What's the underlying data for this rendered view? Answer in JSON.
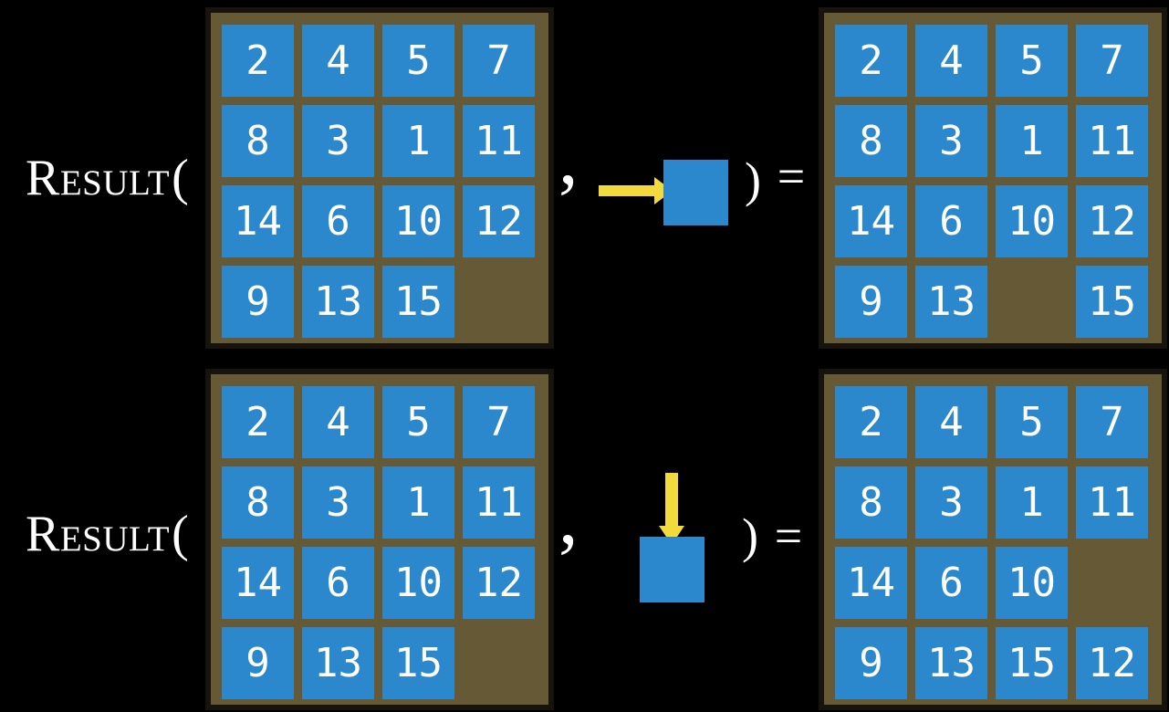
{
  "colors": {
    "background": "#000000",
    "board_bg": "#655936",
    "board_border": "#17140e",
    "tile": "#2b88cc",
    "tile_text": "#ffffff",
    "arrow": "#f2d93c",
    "text": "#ffffff"
  },
  "rows": [
    {
      "function_name": "Result",
      "open_paren": "(",
      "comma": ",",
      "close_paren": ")",
      "equals": "=",
      "action": {
        "direction": "right"
      },
      "input_grid": [
        [
          "2",
          "4",
          "5",
          "7"
        ],
        [
          "8",
          "3",
          "1",
          "11"
        ],
        [
          "14",
          "6",
          "10",
          "12"
        ],
        [
          "9",
          "13",
          "15",
          ""
        ]
      ],
      "result_grid": [
        [
          "2",
          "4",
          "5",
          "7"
        ],
        [
          "8",
          "3",
          "1",
          "11"
        ],
        [
          "14",
          "6",
          "10",
          "12"
        ],
        [
          "9",
          "13",
          "",
          "15"
        ]
      ]
    },
    {
      "function_name": "Result",
      "open_paren": "(",
      "comma": ",",
      "close_paren": ")",
      "equals": "=",
      "action": {
        "direction": "down"
      },
      "input_grid": [
        [
          "2",
          "4",
          "5",
          "7"
        ],
        [
          "8",
          "3",
          "1",
          "11"
        ],
        [
          "14",
          "6",
          "10",
          "12"
        ],
        [
          "9",
          "13",
          "15",
          ""
        ]
      ],
      "result_grid": [
        [
          "2",
          "4",
          "5",
          "7"
        ],
        [
          "8",
          "3",
          "1",
          "11"
        ],
        [
          "14",
          "6",
          "10",
          ""
        ],
        [
          "9",
          "13",
          "15",
          "12"
        ]
      ]
    }
  ]
}
